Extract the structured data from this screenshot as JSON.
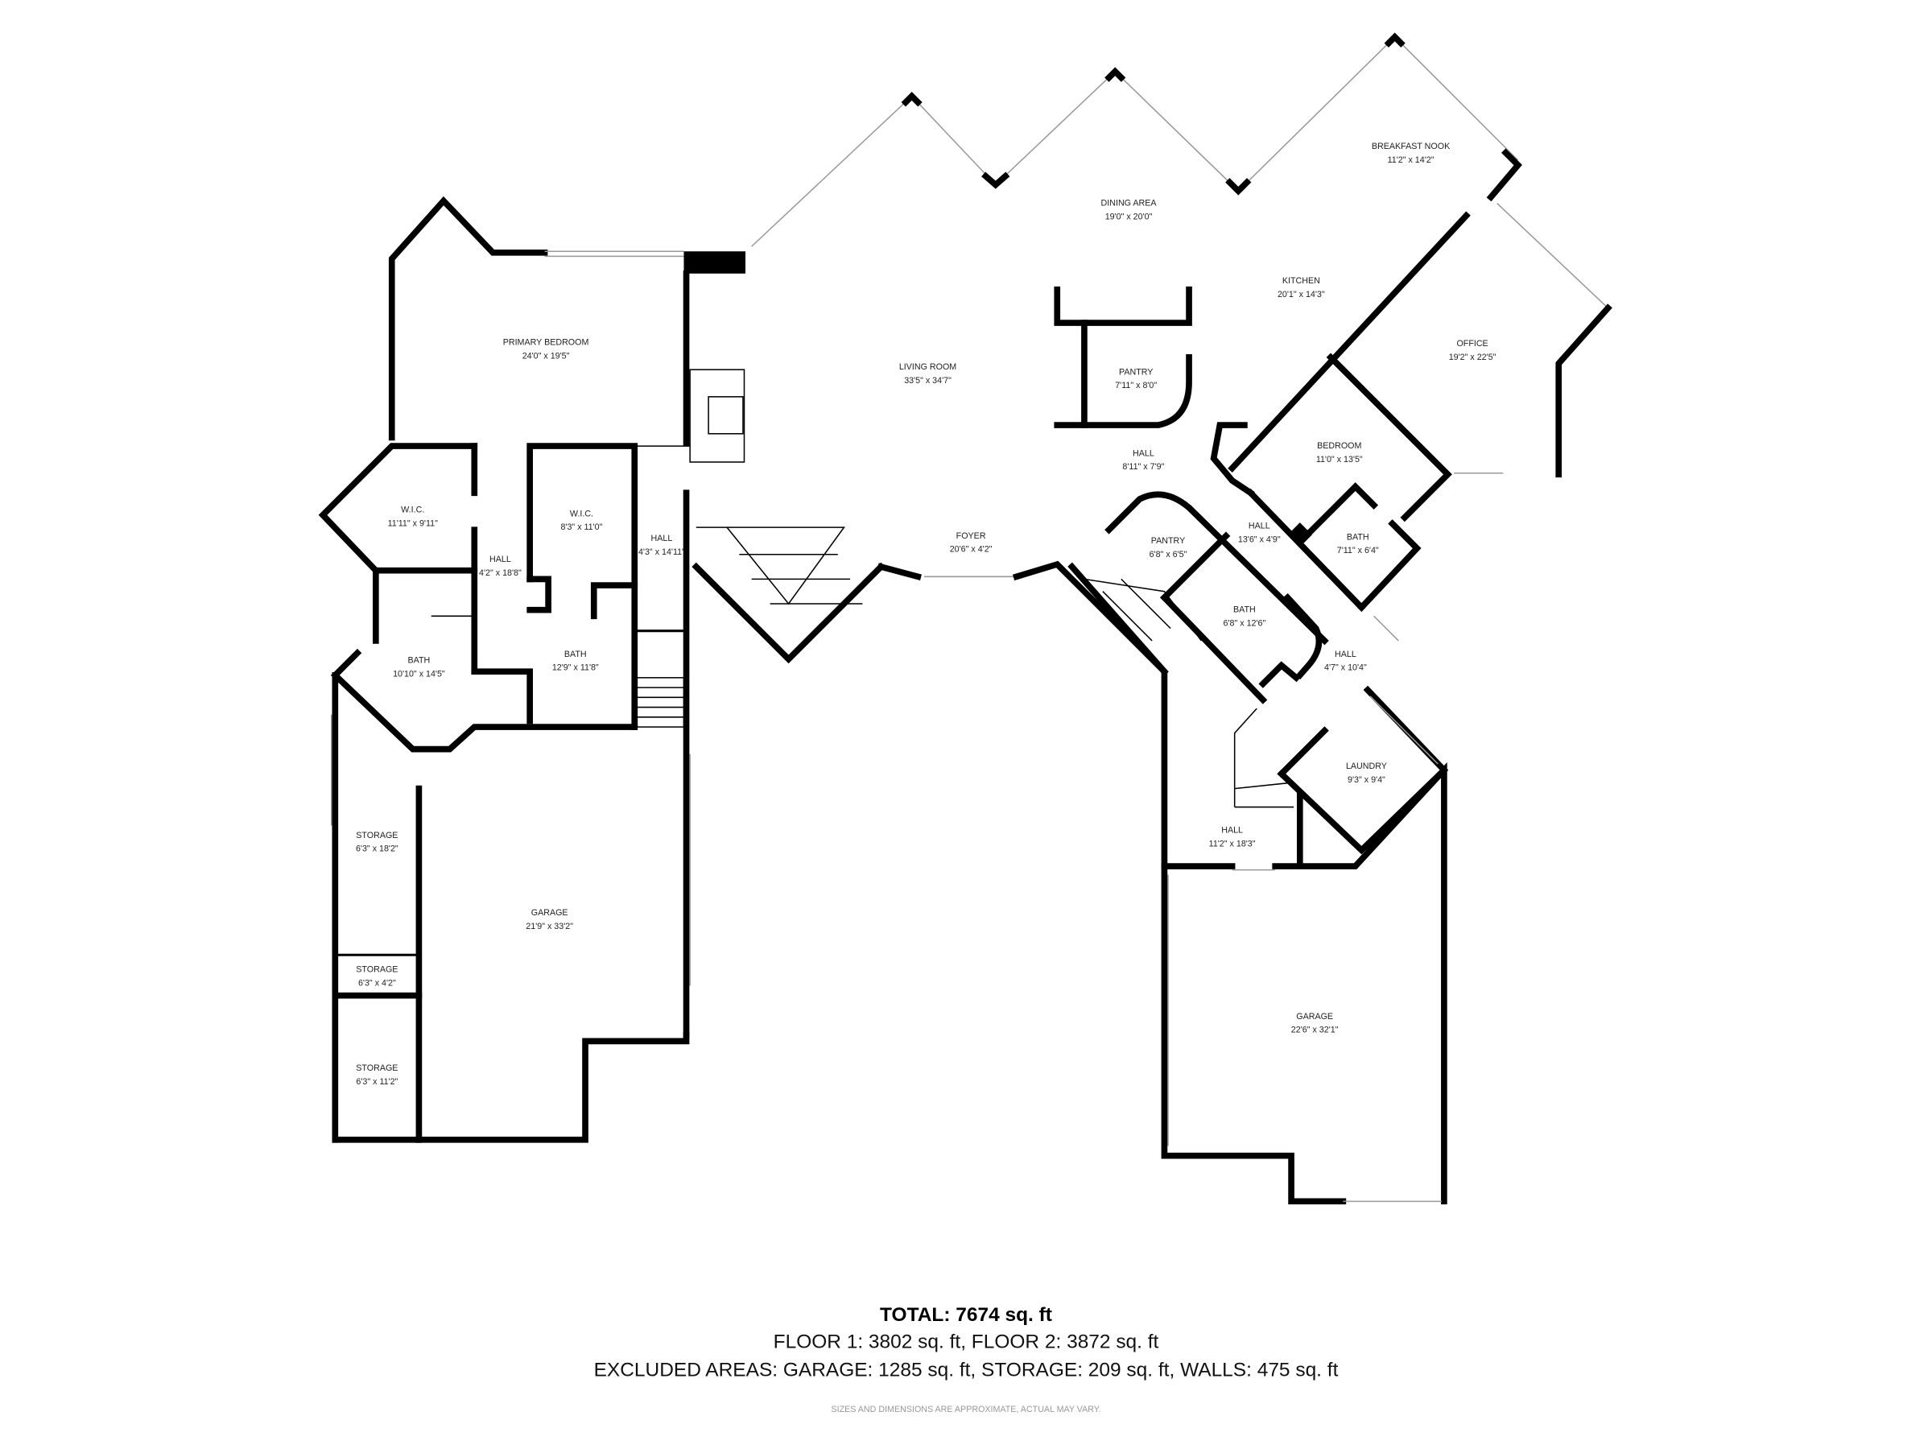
{
  "rooms": [
    {
      "name": "PRIMARY BEDROOM",
      "size": "24'0\" x 19'5\""
    },
    {
      "name": "W.I.C.",
      "size": "11'11\" x 9'11\""
    },
    {
      "name": "HALL",
      "size": "4'2\" x 18'8\""
    },
    {
      "name": "W.I.C.",
      "size": "8'3\" x 11'0\""
    },
    {
      "name": "HALL",
      "size": "4'3\" x 14'11\""
    },
    {
      "name": "BATH",
      "size": "10'10\" x 14'5\""
    },
    {
      "name": "BATH",
      "size": "12'9\" x 11'8\""
    },
    {
      "name": "STORAGE",
      "size": "6'3\" x 18'2\""
    },
    {
      "name": "STORAGE",
      "size": "6'3\" x 4'2\""
    },
    {
      "name": "STORAGE",
      "size": "6'3\" x 11'2\""
    },
    {
      "name": "GARAGE",
      "size": "21'9\" x 33'2\""
    },
    {
      "name": "LIVING ROOM",
      "size": "33'5\" x 34'7\""
    },
    {
      "name": "DINING AREA",
      "size": "19'0\" x 20'0\""
    },
    {
      "name": "BREAKFAST NOOK",
      "size": "11'2\" x 14'2\""
    },
    {
      "name": "KITCHEN",
      "size": "20'1\" x 14'3\""
    },
    {
      "name": "OFFICE",
      "size": "19'2\" x 22'5\""
    },
    {
      "name": "PANTRY",
      "size": "7'11\" x 8'0\""
    },
    {
      "name": "HALL",
      "size": "8'11\" x 7'9\""
    },
    {
      "name": "BEDROOM",
      "size": "11'0\" x 13'5\""
    },
    {
      "name": "FOYER",
      "size": "20'6\" x 4'2\""
    },
    {
      "name": "PANTRY",
      "size": "6'8\" x 6'5\""
    },
    {
      "name": "HALL",
      "size": "13'6\" x 4'9\""
    },
    {
      "name": "BATH",
      "size": "7'11\" x 6'4\""
    },
    {
      "name": "BATH",
      "size": "6'8\" x 12'6\""
    },
    {
      "name": "HALL",
      "size": "4'7\" x 10'4\""
    },
    {
      "name": "LAUNDRY",
      "size": "9'3\" x 9'4\""
    },
    {
      "name": "HALL",
      "size": "11'2\" x 18'3\""
    },
    {
      "name": "GARAGE",
      "size": "22'6\" x 32'1\""
    }
  ],
  "summary": {
    "total": "TOTAL: 7674 sq. ft",
    "floors": "FLOOR 1: 3802 sq. ft, FLOOR 2: 3872 sq. ft",
    "excluded": "EXCLUDED AREAS: GARAGE: 1285 sq. ft, STORAGE: 209 sq. ft, WALLS: 475 sq. ft",
    "disclaimer": "SIZES AND DIMENSIONS ARE APPROXIMATE, ACTUAL MAY VARY."
  },
  "colors": {
    "wall": "#000000",
    "window": "#999999",
    "text": "#222222",
    "disclaimer": "#999999"
  }
}
